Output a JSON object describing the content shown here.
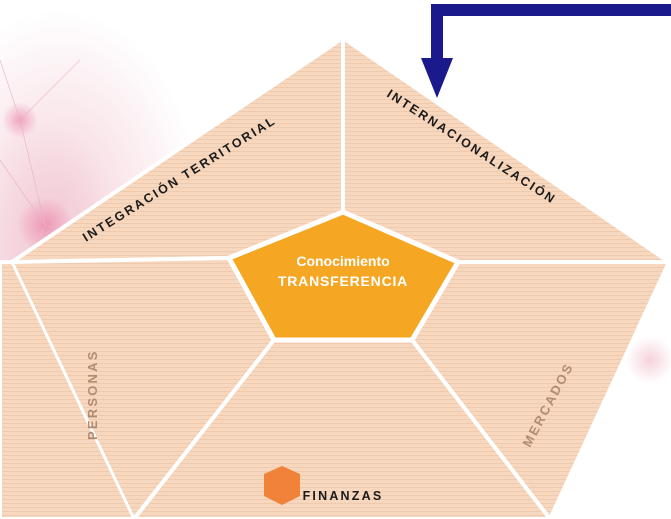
{
  "diagram": {
    "center": {
      "line1": "Conocimiento",
      "line2": "TRANSFERENCIA"
    },
    "segments": {
      "integracion": "INTEGRACIÓN TERRITORIAL",
      "internacionalizacion": "INTERNACIONALIZACIÓN",
      "personas": "PERSONAS",
      "mercados": "MERCADOS",
      "finanzas": "FINANZAS"
    }
  },
  "colors": {
    "segment_fill": "#f7d7be",
    "segment_border": "#ffffff",
    "center_fill": "#f5a623",
    "arrow": "#1a1a8c",
    "dark_text": "#1a1a1a",
    "muted_text": "#b08c74",
    "bg_glow": "#e8a0b4"
  }
}
